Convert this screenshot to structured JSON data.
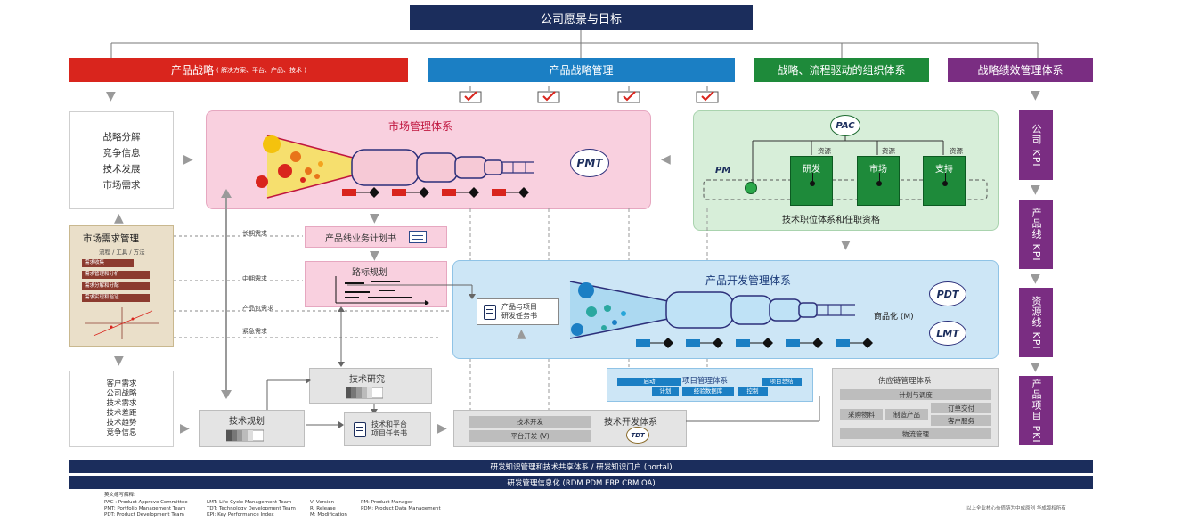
{
  "top_title": "公司愿景与目标",
  "strategy_bars": {
    "product_strategy_main": "产品战略",
    "product_strategy_sub": "( 解决方案、平台、产品、技术 )",
    "strategy_management": "产品战略管理",
    "org_system": "战略、流程驱动的组织体系",
    "performance_system": "战略绩效管理体系"
  },
  "left_top_box": [
    "战略分解",
    "竞争信息",
    "技术发展",
    "市场需求"
  ],
  "market_mgmt_title": "市场管理体系",
  "pmt": "PMT",
  "org": {
    "pac": "PAC",
    "pm": "PM",
    "resource_labels": [
      "资源",
      "资源",
      "资源"
    ],
    "units": [
      "研发",
      "市场",
      "支持"
    ],
    "caption": "技术职位体系和任职资格"
  },
  "market_demand": {
    "title": "市场需求管理",
    "subtitle": "流程 / 工具 / 方法",
    "steps": [
      "需求收集",
      "需求管理和分析",
      "需求分解和分配",
      "需求实现和验证"
    ]
  },
  "demand_labels": {
    "long": "长期需求",
    "mid": "中期需求",
    "product_pack": "产品包需求",
    "urgent": "紧急需求"
  },
  "product_line_plan": "产品线业务计划书",
  "roadmap": "路标规划",
  "pdt_title": "产品开发管理体系",
  "task_book": [
    "产品与项目",
    "研发任务书"
  ],
  "commercial": "商品化 (M)",
  "pdt": "PDT",
  "lmt": "LMT",
  "left_bottom_box": [
    "客户需求",
    "公司战略",
    "技术需求",
    "技术差距",
    "技术趋势",
    "竞争信息"
  ],
  "tech_research": "技术研究",
  "tech_planning": "技术规划",
  "tech_task_book": [
    "技术和平台",
    "项目任务书"
  ],
  "tech_dev": {
    "bar1": "技术开发",
    "bar2": "平台开发 (V)",
    "system": "技术开发体系",
    "tdt": "TDT"
  },
  "project_mgmt": {
    "title": "项目管理体系",
    "start": "启动",
    "summary": "项目总结",
    "plan": "计划",
    "db": "经验数据库",
    "control": "控制"
  },
  "supply_chain": {
    "title": "供应链管理体系",
    "plan": "计划与调度",
    "purchase": "采购物料",
    "manufacture": "制造产品",
    "order": "订单交付",
    "customer": "客户服务",
    "logistics": "物流管理"
  },
  "kpi": [
    "公司 KPI",
    "产品线 KPI",
    "资源线 KPI",
    "产品项目 PKI"
  ],
  "footer": {
    "bar1": "研发知识管理和技术共享体系 / 研发知识门户 (portal)",
    "bar2": "研发管理信息化 (RDM  PDM  ERP  CRM  OA)"
  },
  "legend": {
    "title": "英文缩写解释:",
    "col1": [
      "PAC : Product Approve Committee",
      "PMT: Portfolio Management Team",
      "PDT: Product Development Team"
    ],
    "col2": [
      "LMT: Life-Cycle Management Team",
      "TDT: Technology Development Team",
      "KPI: Key Performance Index"
    ],
    "col3": [
      "V: Version",
      "R: Release",
      "M: Modification"
    ],
    "col4": [
      "PM: Product Manager",
      "PDM: Product Data Management"
    ]
  },
  "copyright": "以上全业核心价值链为中成原创  华成版权所有",
  "colors": {
    "navy": "#1b2d5c",
    "red": "#d9251d",
    "blue": "#1b7fc4",
    "green": "#1e8a3a",
    "purple": "#7a2d82",
    "pink_bg": "#f9d0df",
    "light_blue_bg": "#cde6f6",
    "light_green_bg": "#d7eed9"
  }
}
